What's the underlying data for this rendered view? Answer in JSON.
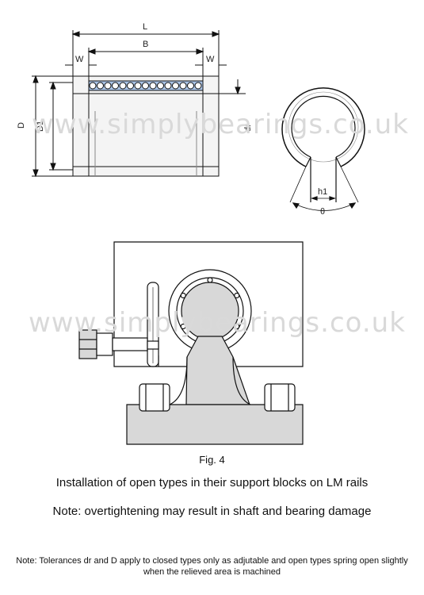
{
  "dimensions": {
    "L": "L",
    "B": "B",
    "W": "W",
    "D": "D",
    "D1": "D1",
    "dr": "dr",
    "h1": "h1",
    "theta": "θ"
  },
  "watermark": "www.simplybearings.co.uk",
  "figure_label": "Fig. 4",
  "caption": "Installation of open types in their support blocks on LM rails",
  "note_overtighten": "Note: overtightening may result in shaft and bearing damage",
  "note_tolerances": "Note: Tolerances dr and D apply to closed types only as adjutable and open types spring open slightly when the relieved area is machined",
  "colors": {
    "fill_grey": "#d8d8d8",
    "line": "#111111",
    "balls_bg": "#a9c3e6"
  }
}
